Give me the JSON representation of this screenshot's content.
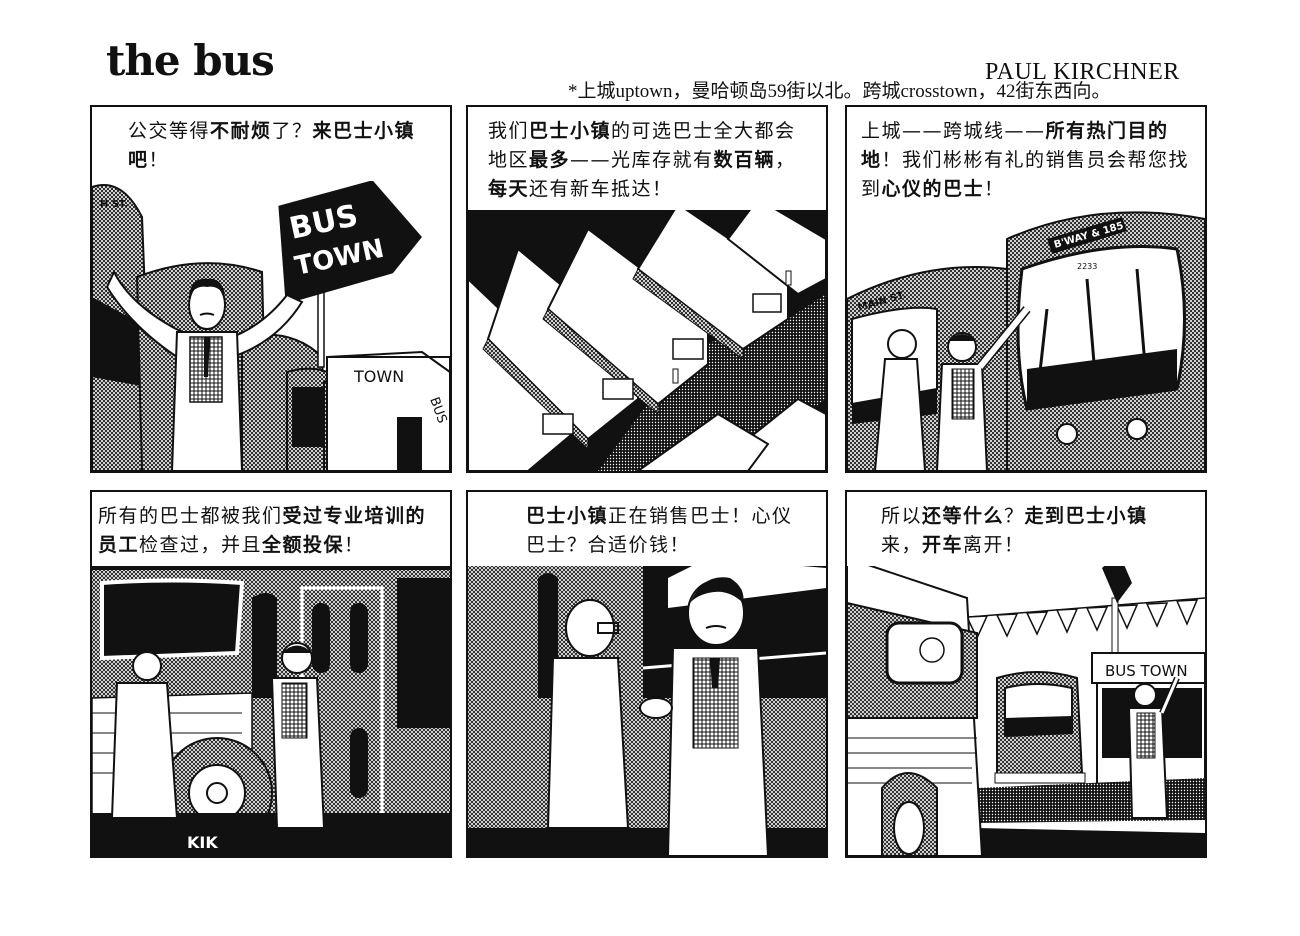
{
  "strip": {
    "title": "the bus",
    "author": "PAUL KIRCHNER",
    "footnote": "*上城uptown，曼哈顿岛59街以北。跨城crosstown，42街东西向。"
  },
  "panels": [
    {
      "caption_parts": [
        {
          "text": "公交等得",
          "bold": false
        },
        {
          "text": "不耐烦",
          "bold": true
        },
        {
          "text": "了？",
          "bold": false
        },
        {
          "text": "来巴士小镇吧",
          "bold": true
        },
        {
          "text": "！",
          "bold": false
        }
      ],
      "scene": "salesman with arms outstretched in front of buses and BUS TOWN sign",
      "signs": {
        "big_sign": [
          "BUS",
          "TOWN"
        ],
        "building": "TOWN",
        "building_side": "BUS",
        "bus_destination": "H ST."
      }
    },
    {
      "caption_parts": [
        {
          "text": "我们",
          "bold": false
        },
        {
          "text": "巴士小镇",
          "bold": true
        },
        {
          "text": "的可选巴士全大都会地区",
          "bold": false
        },
        {
          "text": "最多",
          "bold": true
        },
        {
          "text": "——光库存就有",
          "bold": false
        },
        {
          "text": "数百辆",
          "bold": true
        },
        {
          "text": "，",
          "bold": false
        },
        {
          "text": "每天",
          "bold": true
        },
        {
          "text": "还有新车抵达！",
          "bold": false
        }
      ],
      "scene": "aerial view of rows of parked buses in a lot"
    },
    {
      "caption_parts": [
        {
          "text": "上城——跨城线——",
          "bold": false
        },
        {
          "text": "所有热门目的地",
          "bold": true
        },
        {
          "text": "！我们彬彬有礼的销售员会帮您找到",
          "bold": false
        },
        {
          "text": "心仪的巴士",
          "bold": true
        },
        {
          "text": "！",
          "bold": false
        }
      ],
      "scene": "salesman pointing at bus windshield while customer looks",
      "signs": {
        "left_bus": "MAIN ST.",
        "right_bus": "B'WAY & 185",
        "bus_number": "2233"
      }
    },
    {
      "caption_parts": [
        {
          "text": "所有的巴士都被我们",
          "bold": false
        },
        {
          "text": "受过专业培训的员工",
          "bold": true
        },
        {
          "text": "检查过，并且",
          "bold": false
        },
        {
          "text": "全额投保",
          "bold": true
        },
        {
          "text": "！",
          "bold": false
        }
      ],
      "scene": "customer kicks tire while salesman leans on bus",
      "sfx": "KIK"
    },
    {
      "caption_parts": [
        {
          "text": "巴士小镇",
          "bold": true
        },
        {
          "text": "正在销售巴士！心仪巴士？合适价钱！",
          "bold": false
        }
      ],
      "scene": "salesman and customer shake hands in front of bus"
    },
    {
      "caption_parts": [
        {
          "text": "所以",
          "bold": false
        },
        {
          "text": "还等什么",
          "bold": true
        },
        {
          "text": "？",
          "bold": false
        },
        {
          "text": "走到巴士小镇",
          "bold": true
        },
        {
          "text": "来，",
          "bold": false
        },
        {
          "text": "开车",
          "bold": true
        },
        {
          "text": "离开！",
          "bold": false
        }
      ],
      "scene": "customer drives away waving, salesman waves from BUS TOWN lot",
      "signs": {
        "storefront": "BUS TOWN",
        "pole_sign": "BUS TOWN"
      }
    }
  ]
}
